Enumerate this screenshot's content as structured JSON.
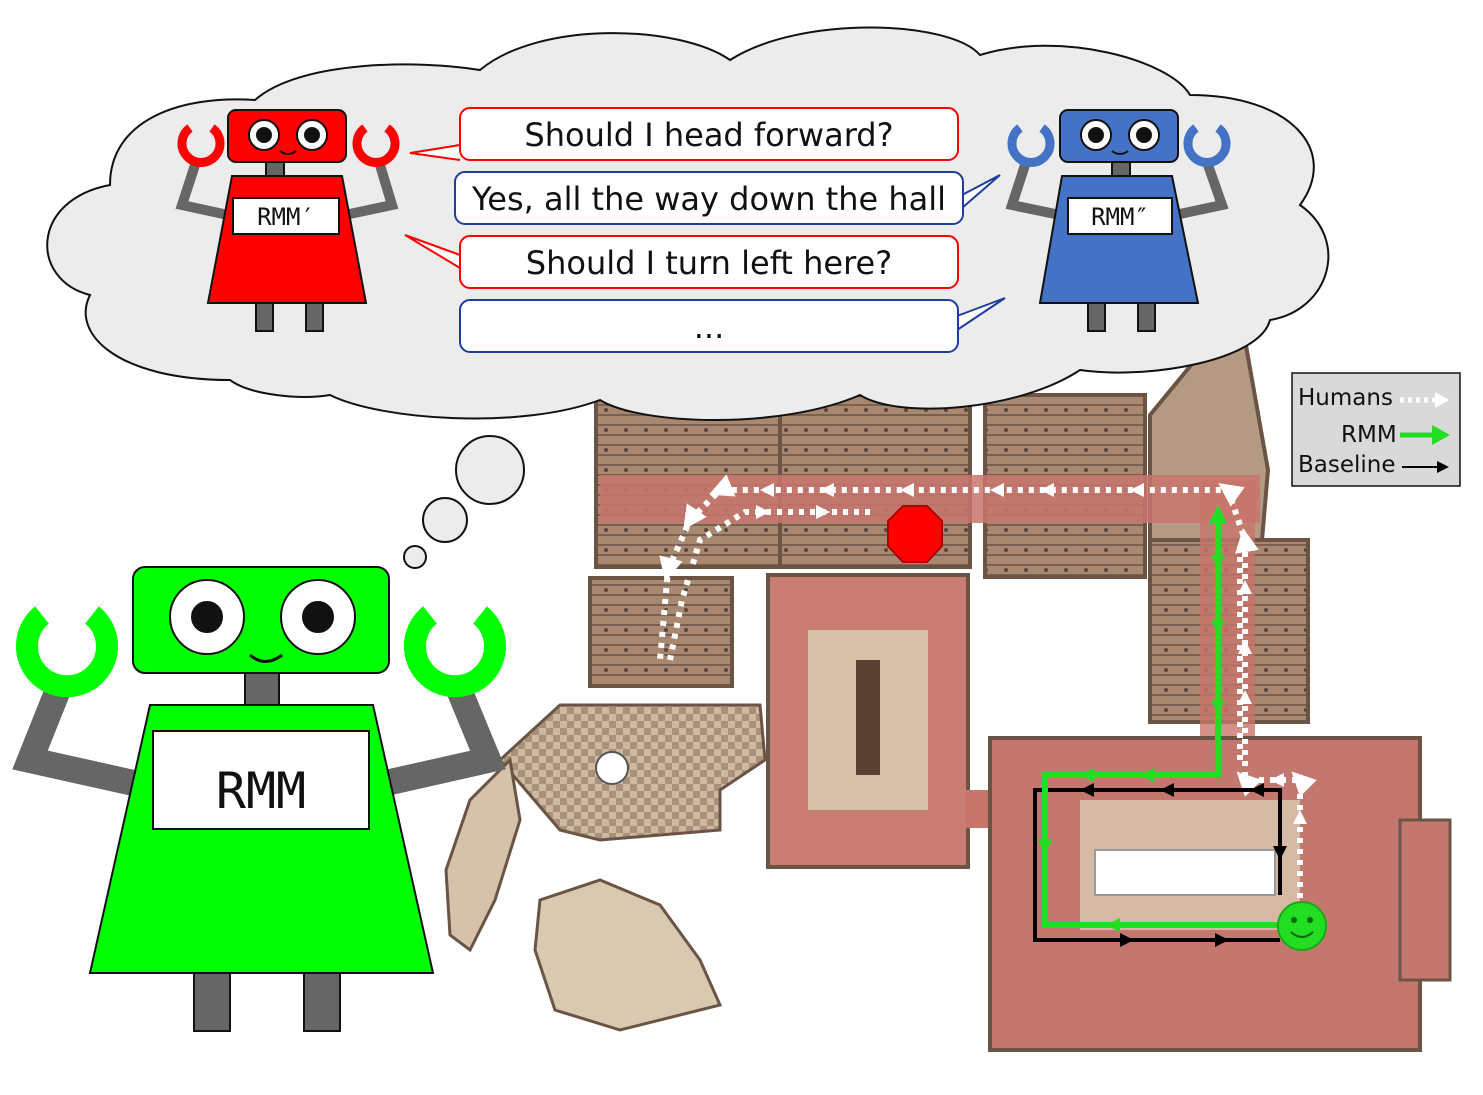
{
  "dialogue": {
    "q1": "Should I head forward?",
    "a1": "Yes, all the way down the hall",
    "q2": "Should I turn left here?",
    "a2": "..."
  },
  "robots": {
    "asker_label": "RMM′",
    "answerer_label": "RMM″",
    "main_label": "RMM"
  },
  "legend": {
    "humans": "Humans",
    "rmm": "RMM",
    "baseline": "Baseline"
  },
  "colors": {
    "asker": "#ff0000",
    "answerer": "#4472c4",
    "main_robot": "#00ff00",
    "rmm_path": "#22dd22",
    "baseline_path": "#000000",
    "humans_path": "#ffffff",
    "goal": "#ff0000"
  },
  "icons": {
    "goal": "stop-octagon-icon",
    "start": "smiley-face-icon"
  }
}
